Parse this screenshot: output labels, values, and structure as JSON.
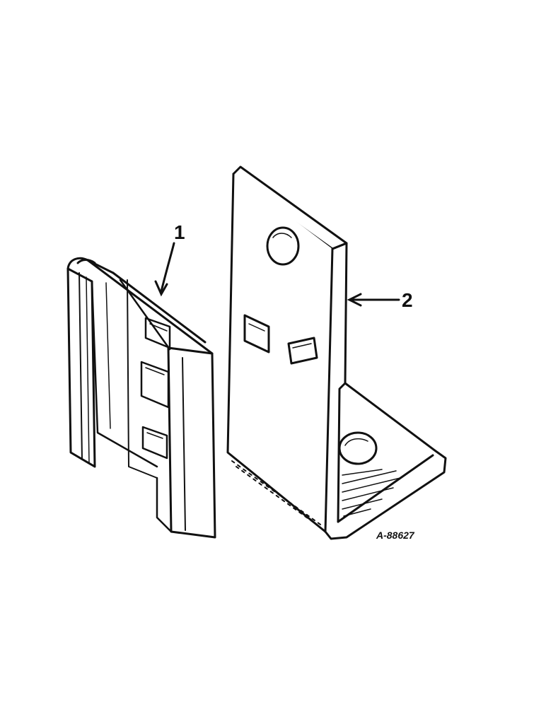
{
  "diagram": {
    "parts": [
      {
        "callout": "1",
        "icon": "channel-clip-icon"
      },
      {
        "callout": "2",
        "icon": "angle-bracket-icon"
      }
    ],
    "figure_id": "A-88627",
    "colors": {
      "line": "#111111",
      "background": "#ffffff"
    }
  }
}
